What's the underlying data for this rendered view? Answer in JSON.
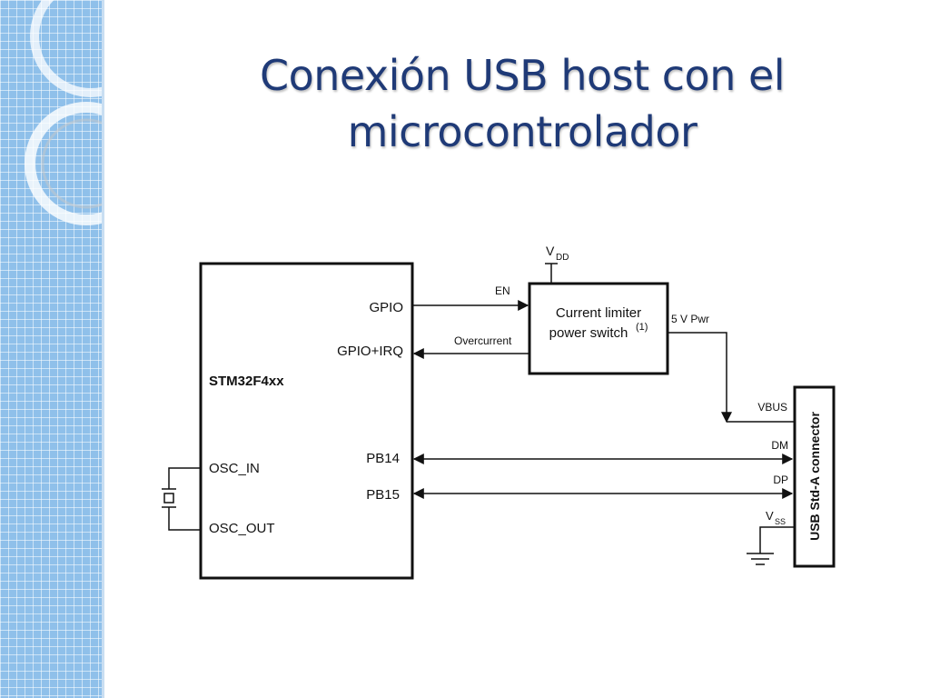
{
  "slide": {
    "title_line1": "Conexión USB host con el",
    "title_line2": "microcontrolador"
  },
  "diagram": {
    "mcu": {
      "name": "STM32F4xx",
      "pin_gpio": "GPIO",
      "pin_gpio_irq": "GPIO+IRQ",
      "pin_pb14": "PB14",
      "pin_pb15": "PB15",
      "pin_osc_in": "OSC_IN",
      "pin_osc_out": "OSC_OUT"
    },
    "switch": {
      "line1": "Current limiter",
      "line2": "power switch",
      "note": "(1)",
      "supply_main": "V",
      "supply_sub": "DD"
    },
    "signals": {
      "en": "EN",
      "overcurrent": "Overcurrent",
      "pwr": "5 V Pwr",
      "vbus": "VBUS",
      "dm": "DM",
      "dp": "DP",
      "vss_main": "V",
      "vss_sub": "SS"
    },
    "connector": {
      "label": "USB Std-A connector"
    }
  }
}
